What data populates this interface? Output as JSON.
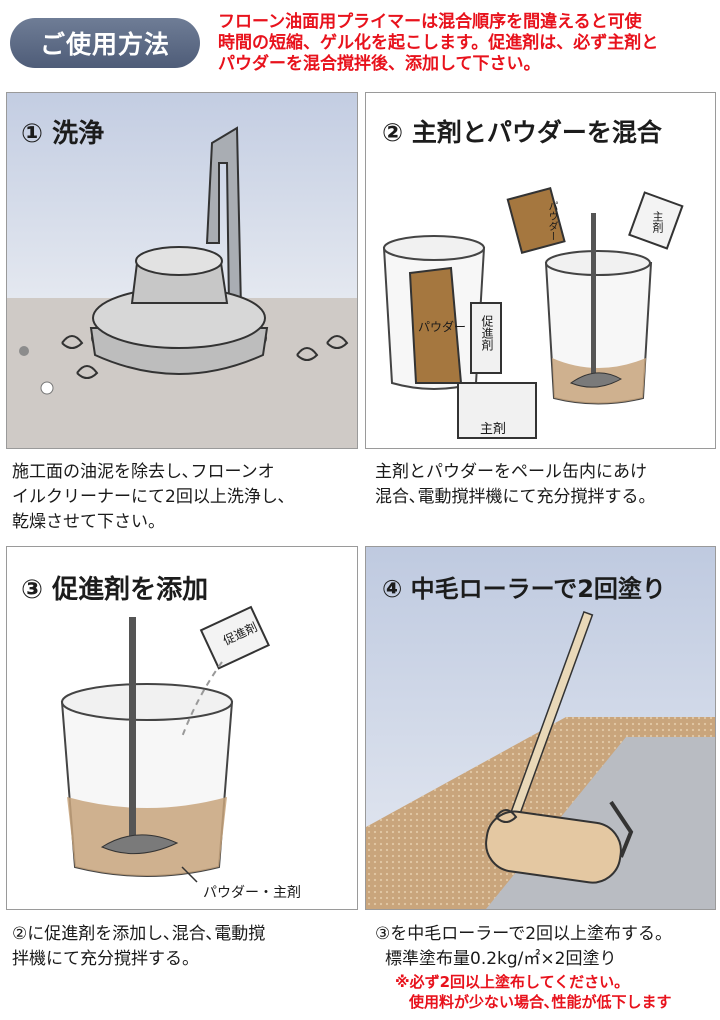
{
  "header": {
    "title": "ご使用方法",
    "warning_lines": [
      "フローン油面用プライマーは混合順序を間違えると可使",
      "時間の短縮、ゲル化を起こします。促進剤は、必ず主剤と",
      "パウダーを混合撹拌後、添加して下さい。"
    ]
  },
  "steps": [
    {
      "title": "① 洗浄",
      "caption_lines": [
        "施工面の油泥を除去し､フローンオ",
        "イルクリーナーにて2回以上洗浄し､",
        "乾燥させて下さい。"
      ]
    },
    {
      "title": "② 主剤とパウダーを混合",
      "labels": {
        "powder": "パウダー",
        "accelerator": "促進剤",
        "main_box": "主剤",
        "main_small": "主剤",
        "powder_small": "パウダー"
      },
      "caption_lines": [
        "主剤とパウダーをペール缶内にあけ",
        "混合､電動撹拌機にて充分撹拌する。"
      ]
    },
    {
      "title": "③ 促進剤を添加",
      "labels": {
        "accelerator": "促進剤",
        "mixture": "パウダー・主剤"
      },
      "caption_lines": [
        "②に促進剤を添加し､混合､電動撹",
        "拌機にて充分撹拌する。"
      ]
    },
    {
      "title": "④ 中毛ローラーで2回塗り",
      "caption_lines": [
        "③を中毛ローラーで2回以上塗布する。",
        "標準塗布量0.2kg/㎡×2回塗り"
      ],
      "note_lines": [
        "※必ず2回以上塗布してください。",
        "使用料が少ない場合､性能が低下します"
      ]
    }
  ],
  "colors": {
    "title_pill": "#56647e",
    "warning": "#e8121c",
    "panel_sky": "#c9d2e4",
    "floor": "#cfc9c4",
    "paint": "#c8a47c"
  }
}
